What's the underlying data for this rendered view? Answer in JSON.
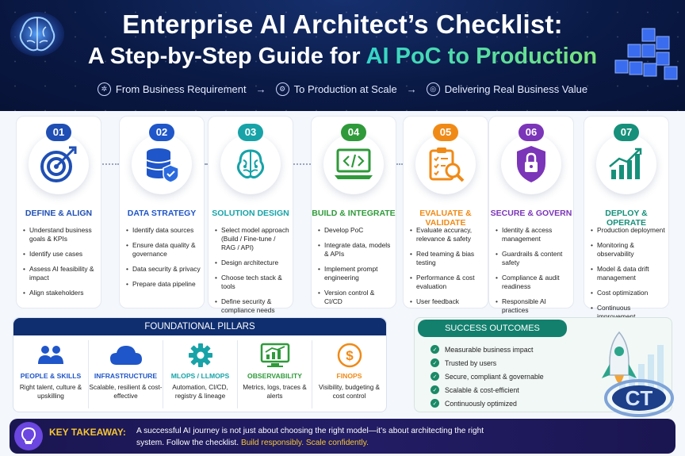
{
  "header": {
    "title_line1": "Enterprise AI Architect’s Checklist:",
    "title_line2_prefix": "A Step-by-Step Guide for ",
    "title_line2_highlight": "AI PoC to Production",
    "flow": [
      {
        "icon": "gear-network-icon",
        "label": "From Business Requirement"
      },
      {
        "icon": "gear-icon",
        "label": "To Production at Scale"
      },
      {
        "icon": "target-icon",
        "label": "Delivering Real Business Value"
      }
    ]
  },
  "steps": [
    {
      "number": "01",
      "title": "DEFINE & ALIGN",
      "icon": "target-arrow-icon",
      "color": "#1f4fb4",
      "bullets": [
        "Understand business goals & KPIs",
        "Identify use cases",
        "Assess AI feasibility & impact",
        "Align stakeholders"
      ]
    },
    {
      "number": "02",
      "title": "DATA STRATEGY",
      "icon": "database-shield-icon",
      "color": "#1f56c9",
      "bullets": [
        "Identify data sources",
        "Ensure data quality & governance",
        "Data security & privacy",
        "Prepare data pipeline"
      ]
    },
    {
      "number": "03",
      "title": "SOLUTION DESIGN",
      "icon": "brain-circuit-icon",
      "color": "#17a3a8",
      "bullets": [
        "Select model approach (Build / Fine-tune / RAG / API)",
        "Design architecture",
        "Choose tech stack & tools",
        "Define security & compliance needs"
      ]
    },
    {
      "number": "04",
      "title": "BUILD & INTEGRATE",
      "icon": "laptop-code-icon",
      "color": "#2f9a3a",
      "bullets": [
        "Develop PoC",
        "Integrate data, models & APIs",
        "Implement prompt engineering",
        "Version control & CI/CD"
      ]
    },
    {
      "number": "05",
      "title": "EVALUATE & VALIDATE",
      "icon": "clipboard-magnifier-icon",
      "color": "#f08a16",
      "bullets": [
        "Evaluate accuracy, relevance & safety",
        "Red teaming & bias testing",
        "Performance & cost evaluation",
        "User feedback"
      ]
    },
    {
      "number": "06",
      "title": "SECURE & GOVERN",
      "icon": "shield-lock-icon",
      "color": "#7b35b8",
      "bullets": [
        "Identity & access management",
        "Guardrails & content safety",
        "Compliance & audit readiness",
        "Responsible AI practices"
      ]
    },
    {
      "number": "07",
      "title": "DEPLOY & OPERATE",
      "icon": "growth-chart-icon",
      "color": "#16907a",
      "bullets": [
        "Production deployment",
        "Monitoring & observability",
        "Model & data drift management",
        "Cost optimization",
        "Continuous improvement"
      ]
    }
  ],
  "pillars": {
    "heading": "FOUNDATIONAL PILLARS",
    "items": [
      {
        "title": "PEOPLE & SKILLS",
        "desc": "Right talent, culture & upskilling",
        "icon": "people-icon",
        "color": "#1f56c9"
      },
      {
        "title": "INFRASTRUCTURE",
        "desc": "Scalable, resilient & cost-effective",
        "icon": "cloud-icon",
        "color": "#1f56c9"
      },
      {
        "title": "MLOPS / LLMOPS",
        "desc": "Automation, CI/CD, registry & lineage",
        "icon": "gear-icon",
        "color": "#17a3a8"
      },
      {
        "title": "OBSERVABILITY",
        "desc": "Metrics, logs, traces & alerts",
        "icon": "monitor-chart-icon",
        "color": "#2f9a3a"
      },
      {
        "title": "FINOPS",
        "desc": "Visibility, budgeting & cost control",
        "icon": "dollar-coin-icon",
        "color": "#f08a16"
      }
    ]
  },
  "outcomes": {
    "heading": "SUCCESS OUTCOMES",
    "items": [
      "Measurable business impact",
      "Trusted by users",
      "Secure, compliant & governable",
      "Scalable & cost-efficient",
      "Continuously optimized"
    ]
  },
  "takeaway": {
    "label": "KEY TAKEAWAY:",
    "text": "A successful AI journey is not just about choosing the right model—it’s about architecting the right system. Follow the checklist.",
    "highlight": "Build responsibly. Scale confidently."
  },
  "logo": {
    "text": "CT"
  }
}
